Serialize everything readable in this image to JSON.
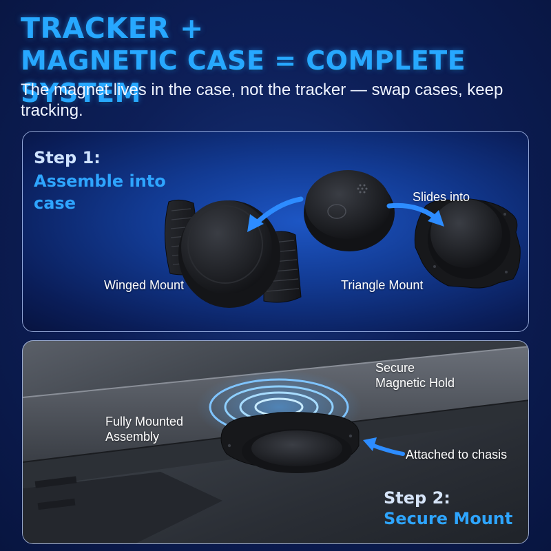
{
  "header": {
    "title_line1": "TRACKER +",
    "title_line2": "MAGNETIC CASE = COMPLETE SYSTEM",
    "subtitle": "The magnet lives in the case, not the tracker — swap cases, keep tracking."
  },
  "step1": {
    "number": "Step 1:",
    "name": "Assemble into case",
    "labels": {
      "winged": "Winged Mount",
      "slides": "Slides into",
      "triangle": "Triangle Mount"
    }
  },
  "step2": {
    "number": "Step 2:",
    "name": "Secure Mount",
    "labels": {
      "secure_line1": "Secure",
      "secure_line2": "Magnetic Hold",
      "assembly_line1": "Fully Mounted",
      "assembly_line2": "Assembly",
      "chassis": "Attached to chasis"
    }
  },
  "colors": {
    "title_blue": "#27a8ff",
    "accent_blue": "#2ea5ff",
    "background": "#0d1f58",
    "arrow_blue": "#2d8cff",
    "product_black": "#1b1c1f"
  }
}
